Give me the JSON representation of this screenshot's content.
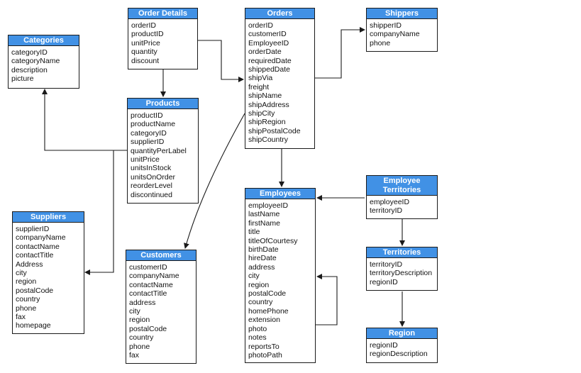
{
  "colors": {
    "header": "#4191e5",
    "border": "#1a1a1a",
    "connector": "#1a1a1a"
  },
  "entities": {
    "order_details": {
      "title": "Order Details",
      "fields": [
        "orderID",
        "productID",
        "unitPrice",
        "quantity",
        "discount"
      ]
    },
    "orders": {
      "title": "Orders",
      "fields": [
        "orderID",
        "customerID",
        "EmployeeID",
        "orderDate",
        "requiredDate",
        "shippedDate",
        "shipVia",
        "freight",
        "shipName",
        "shipAddress",
        "shipCity",
        "shipRegion",
        "shipPostalCode",
        "shipCountry"
      ]
    },
    "shippers": {
      "title": "Shippers",
      "fields": [
        "shipperID",
        "companyName",
        "phone"
      ]
    },
    "categories": {
      "title": "Categories",
      "fields": [
        "categoryID",
        "categoryName",
        "description",
        "picture"
      ]
    },
    "products": {
      "title": "Products",
      "fields": [
        "productID",
        "productName",
        "categoryID",
        "supplierID",
        "quantityPerLabel",
        "unitPrice",
        "unitsInStock",
        "unitsOnOrder",
        "reorderLevel",
        "discontinued"
      ]
    },
    "employee_territories": {
      "title_lines": [
        "Employee",
        "Territories"
      ],
      "fields": [
        "employeeID",
        "territoryID"
      ]
    },
    "employees": {
      "title": "Employees",
      "fields": [
        "employeeID",
        "lastName",
        "firstName",
        "title",
        "titleOfCourtesy",
        "birthDate",
        "hireDate",
        "address",
        "city",
        "region",
        "postalCode",
        "country",
        "homePhone",
        "extension",
        "photo",
        "notes",
        "reportsTo",
        "photoPath"
      ]
    },
    "suppliers": {
      "title": "Suppliers",
      "fields": [
        "supplierID",
        "companyName",
        "contactName",
        "contactTitle",
        "Address",
        "city",
        "region",
        "postalCode",
        "country",
        "phone",
        "fax",
        "homepage"
      ]
    },
    "customers": {
      "title": "Customers",
      "fields": [
        "customerID",
        "companyName",
        "contactName",
        "contactTitle",
        "address",
        "city",
        "region",
        "postalCode",
        "country",
        "phone",
        "fax"
      ]
    },
    "territories": {
      "title": "Territories",
      "fields": [
        "territoryID",
        "territoryDescription",
        "regionID"
      ]
    },
    "region": {
      "title": "Region",
      "fields": [
        "regionID",
        "regionDescription"
      ]
    }
  },
  "relationships": [
    {
      "name": "order-details-to-products",
      "from": "order_details",
      "to": "products"
    },
    {
      "name": "order-details-to-orders",
      "from": "order_details",
      "to": "orders"
    },
    {
      "name": "orders-to-shippers",
      "from": "orders",
      "to": "shippers"
    },
    {
      "name": "orders-to-employees",
      "from": "orders",
      "to": "employees"
    },
    {
      "name": "orders-to-customers",
      "from": "orders",
      "to": "customers"
    },
    {
      "name": "products-to-categories",
      "from": "products",
      "to": "categories"
    },
    {
      "name": "products-to-suppliers",
      "from": "products",
      "to": "suppliers"
    },
    {
      "name": "employee-territories-to-employees",
      "from": "employee_territories",
      "to": "employees"
    },
    {
      "name": "employee-territories-to-territories",
      "from": "employee_territories",
      "to": "territories"
    },
    {
      "name": "territories-to-region",
      "from": "territories",
      "to": "region"
    },
    {
      "name": "employees-self-reference",
      "from": "employees",
      "to": "employees"
    }
  ]
}
